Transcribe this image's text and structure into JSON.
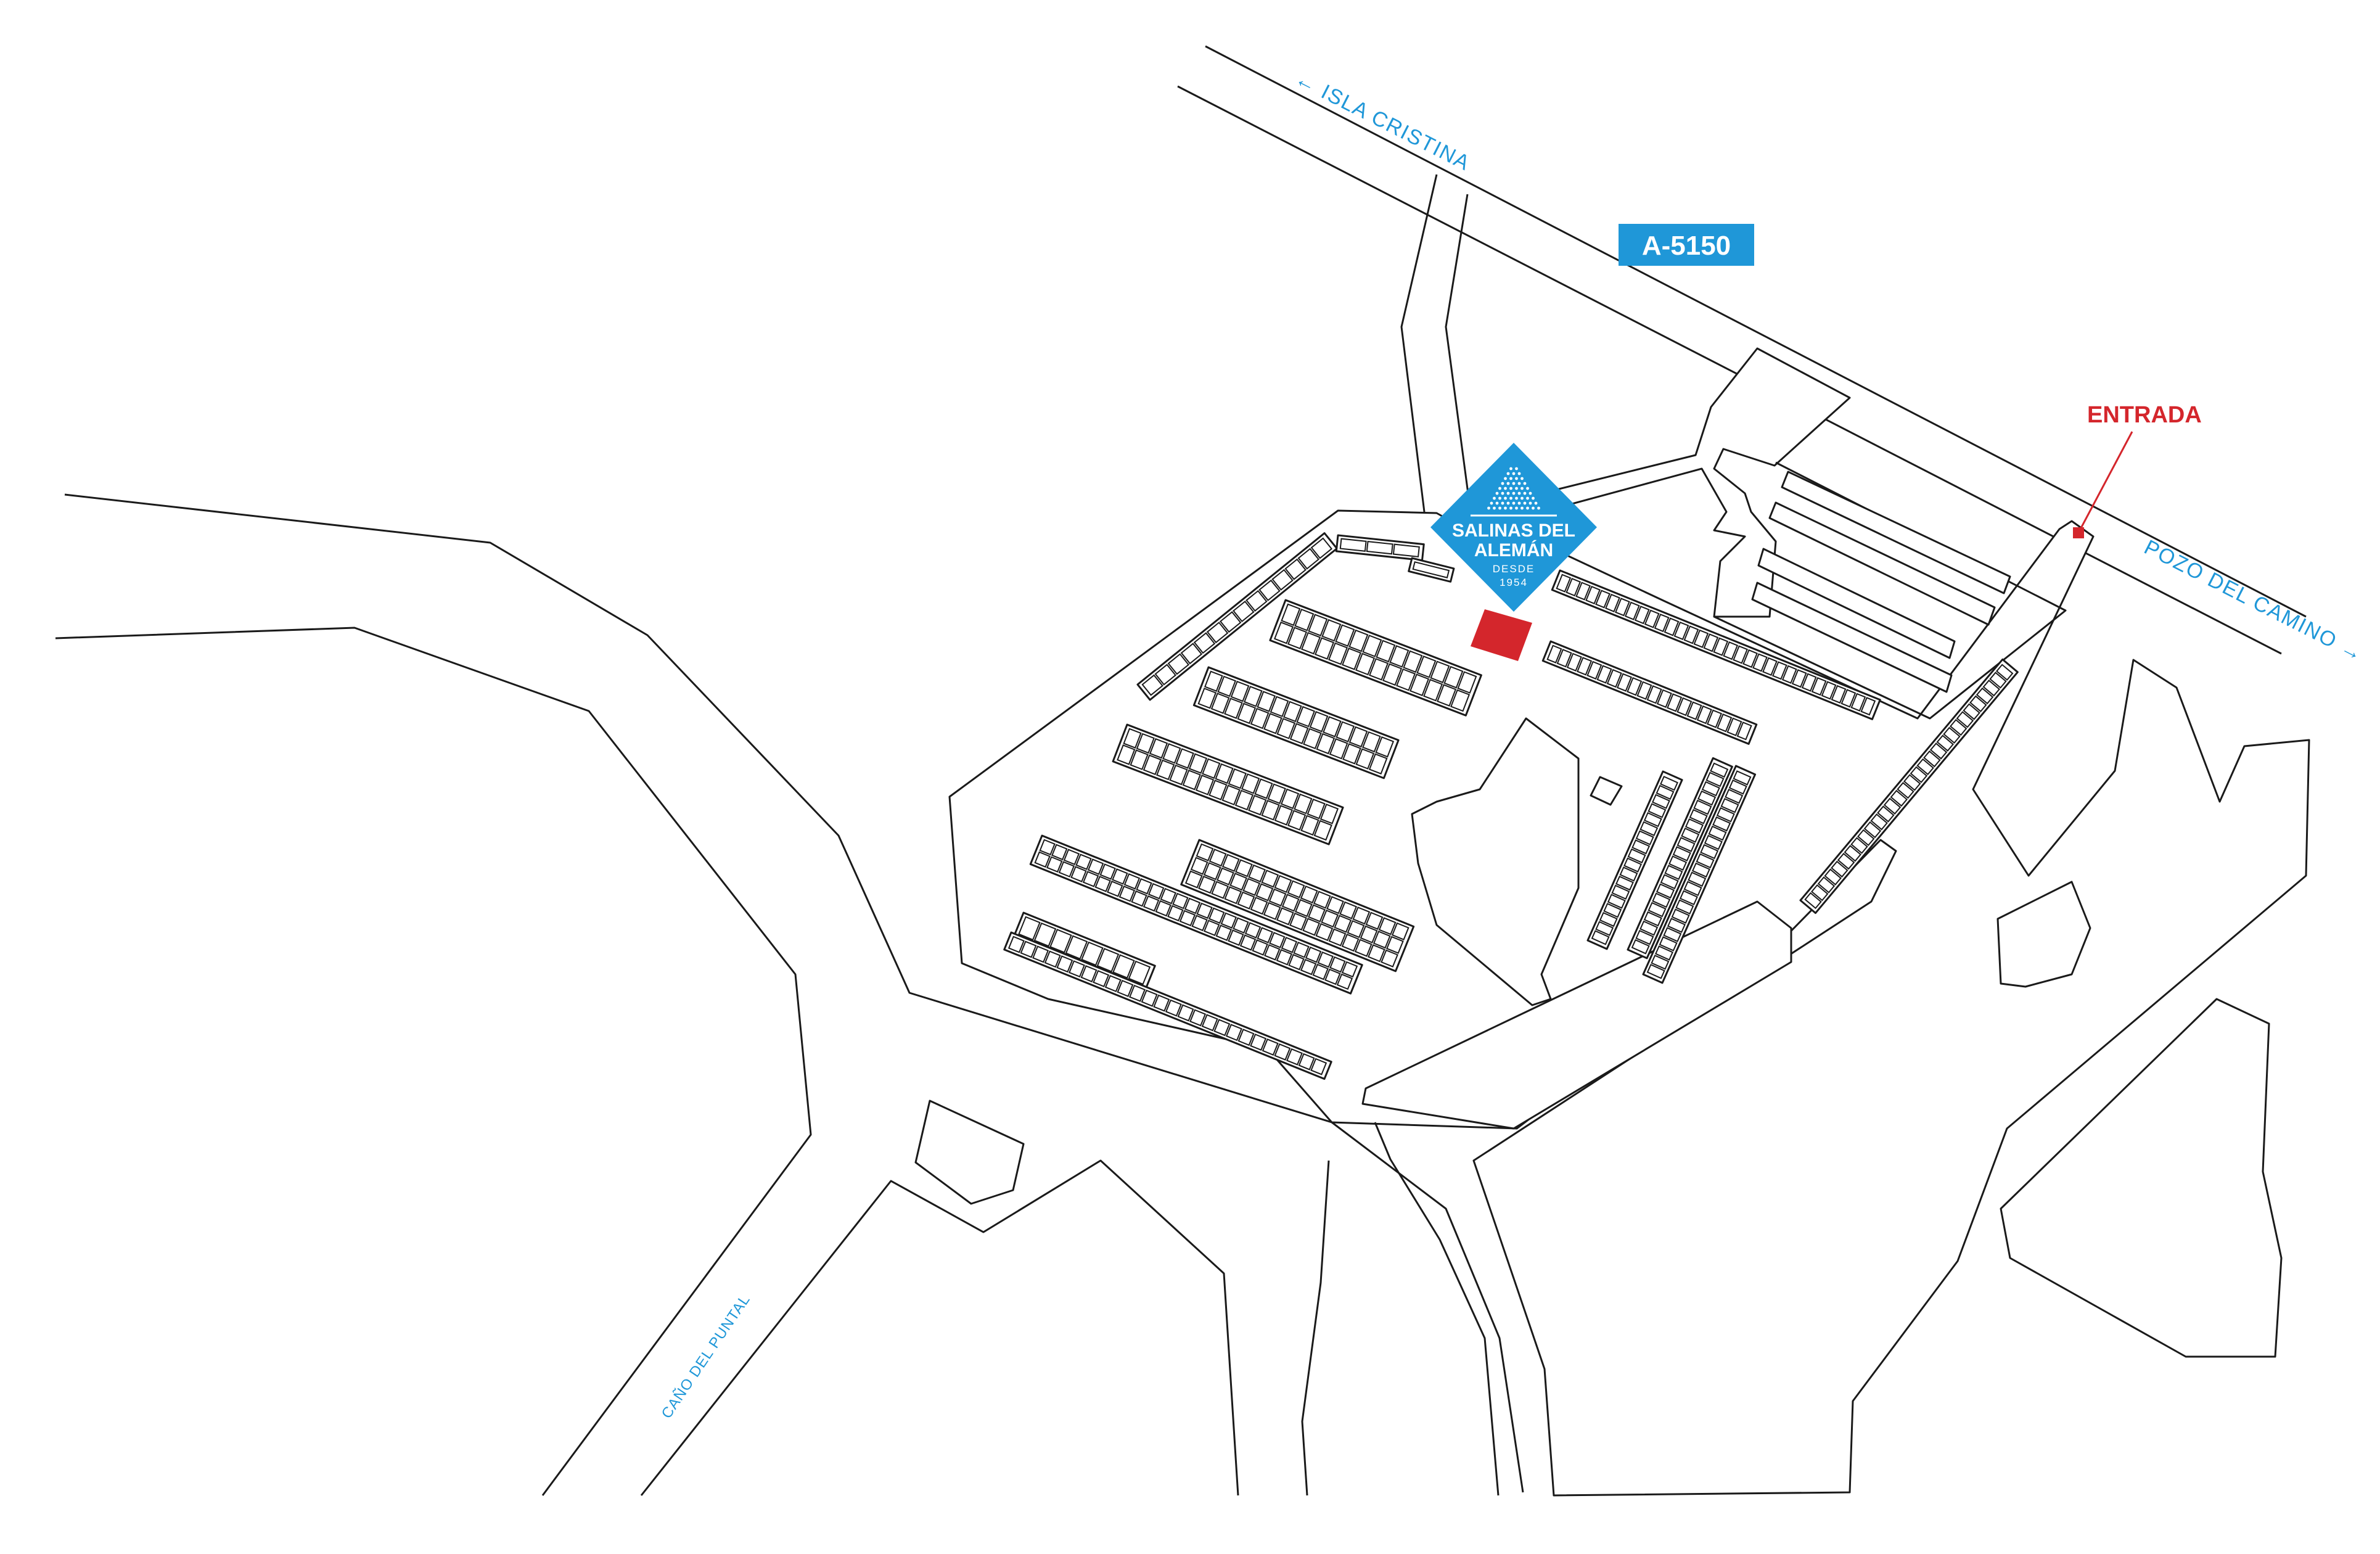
{
  "colors": {
    "accent_blue": "#1f97d8",
    "entrance_red": "#d4262c",
    "line": "#1a1a1a",
    "background": "#ffffff"
  },
  "labels": {
    "isla_cristina": "← ISLA CRISTINA",
    "pozo_del_camino": "POZO DEL CAMINO →",
    "cano_del_puntal": "CAÑO DEL PUNTAL",
    "entrada": "ENTRADA"
  },
  "road_badge": {
    "text": "A-5150"
  },
  "logo": {
    "line1": "SALINAS DEL",
    "line2": "ALEMÁN",
    "line3": "DESDE",
    "line4": "1954"
  },
  "icons": {
    "logo": "salt-pyramid-diamond-icon",
    "entrance_marker": "red-square-marker-icon",
    "building": "red-building-icon"
  }
}
